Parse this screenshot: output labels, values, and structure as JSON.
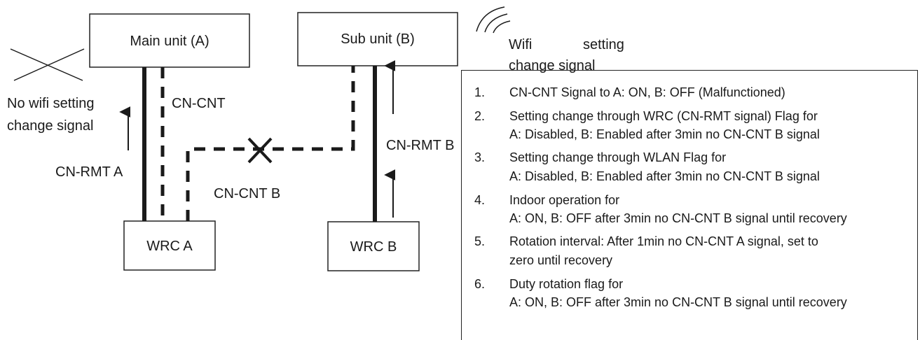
{
  "nodes": {
    "main_unit": "Main unit (A)",
    "sub_unit": "Sub unit (B)",
    "wrc_a": "WRC A",
    "wrc_b": "WRC B"
  },
  "labels": {
    "cn_cnt": "CN-CNT",
    "cn_cnt_b": "CN-CNT B",
    "cn_rmt_a": "CN-RMT A",
    "cn_rmt_b": "CN-RMT B",
    "no_wifi_line1": "No wifi setting",
    "no_wifi_line2": "change signal",
    "wifi_word": "Wifi",
    "setting_word": "setting",
    "wifi_line2": "change signal"
  },
  "notes": [
    {
      "num": "1.",
      "lines": [
        "CN-CNT Signal to A: ON, B: OFF (Malfunctioned)"
      ]
    },
    {
      "num": "2.",
      "lines": [
        "Setting change through WRC (CN-RMT signal) Flag for",
        "A: Disabled, B: Enabled after 3min no CN-CNT B signal"
      ]
    },
    {
      "num": "3.",
      "lines": [
        "Setting change through WLAN Flag for",
        "A: Disabled, B: Enabled after 3min no CN-CNT B signal"
      ]
    },
    {
      "num": "4.",
      "lines": [
        "Indoor operation for",
        "A: ON, B: OFF after 3min no CN-CNT B signal until recovery"
      ]
    },
    {
      "num": "5.",
      "lines": [
        "Rotation interval: After 1min no CN-CNT A signal, set to",
        "zero until recovery"
      ]
    },
    {
      "num": "6.",
      "lines": [
        "Duty rotation flag for",
        "A: ON, B: OFF after 3min no CN-CNT B signal until recovery"
      ]
    }
  ],
  "colors": {
    "line": "#1a1a1a",
    "box_border": "#222222",
    "background": "#ffffff"
  },
  "icons": {
    "wifi_signal": "wifi-signal-icon",
    "broken": "x-mark-icon"
  }
}
